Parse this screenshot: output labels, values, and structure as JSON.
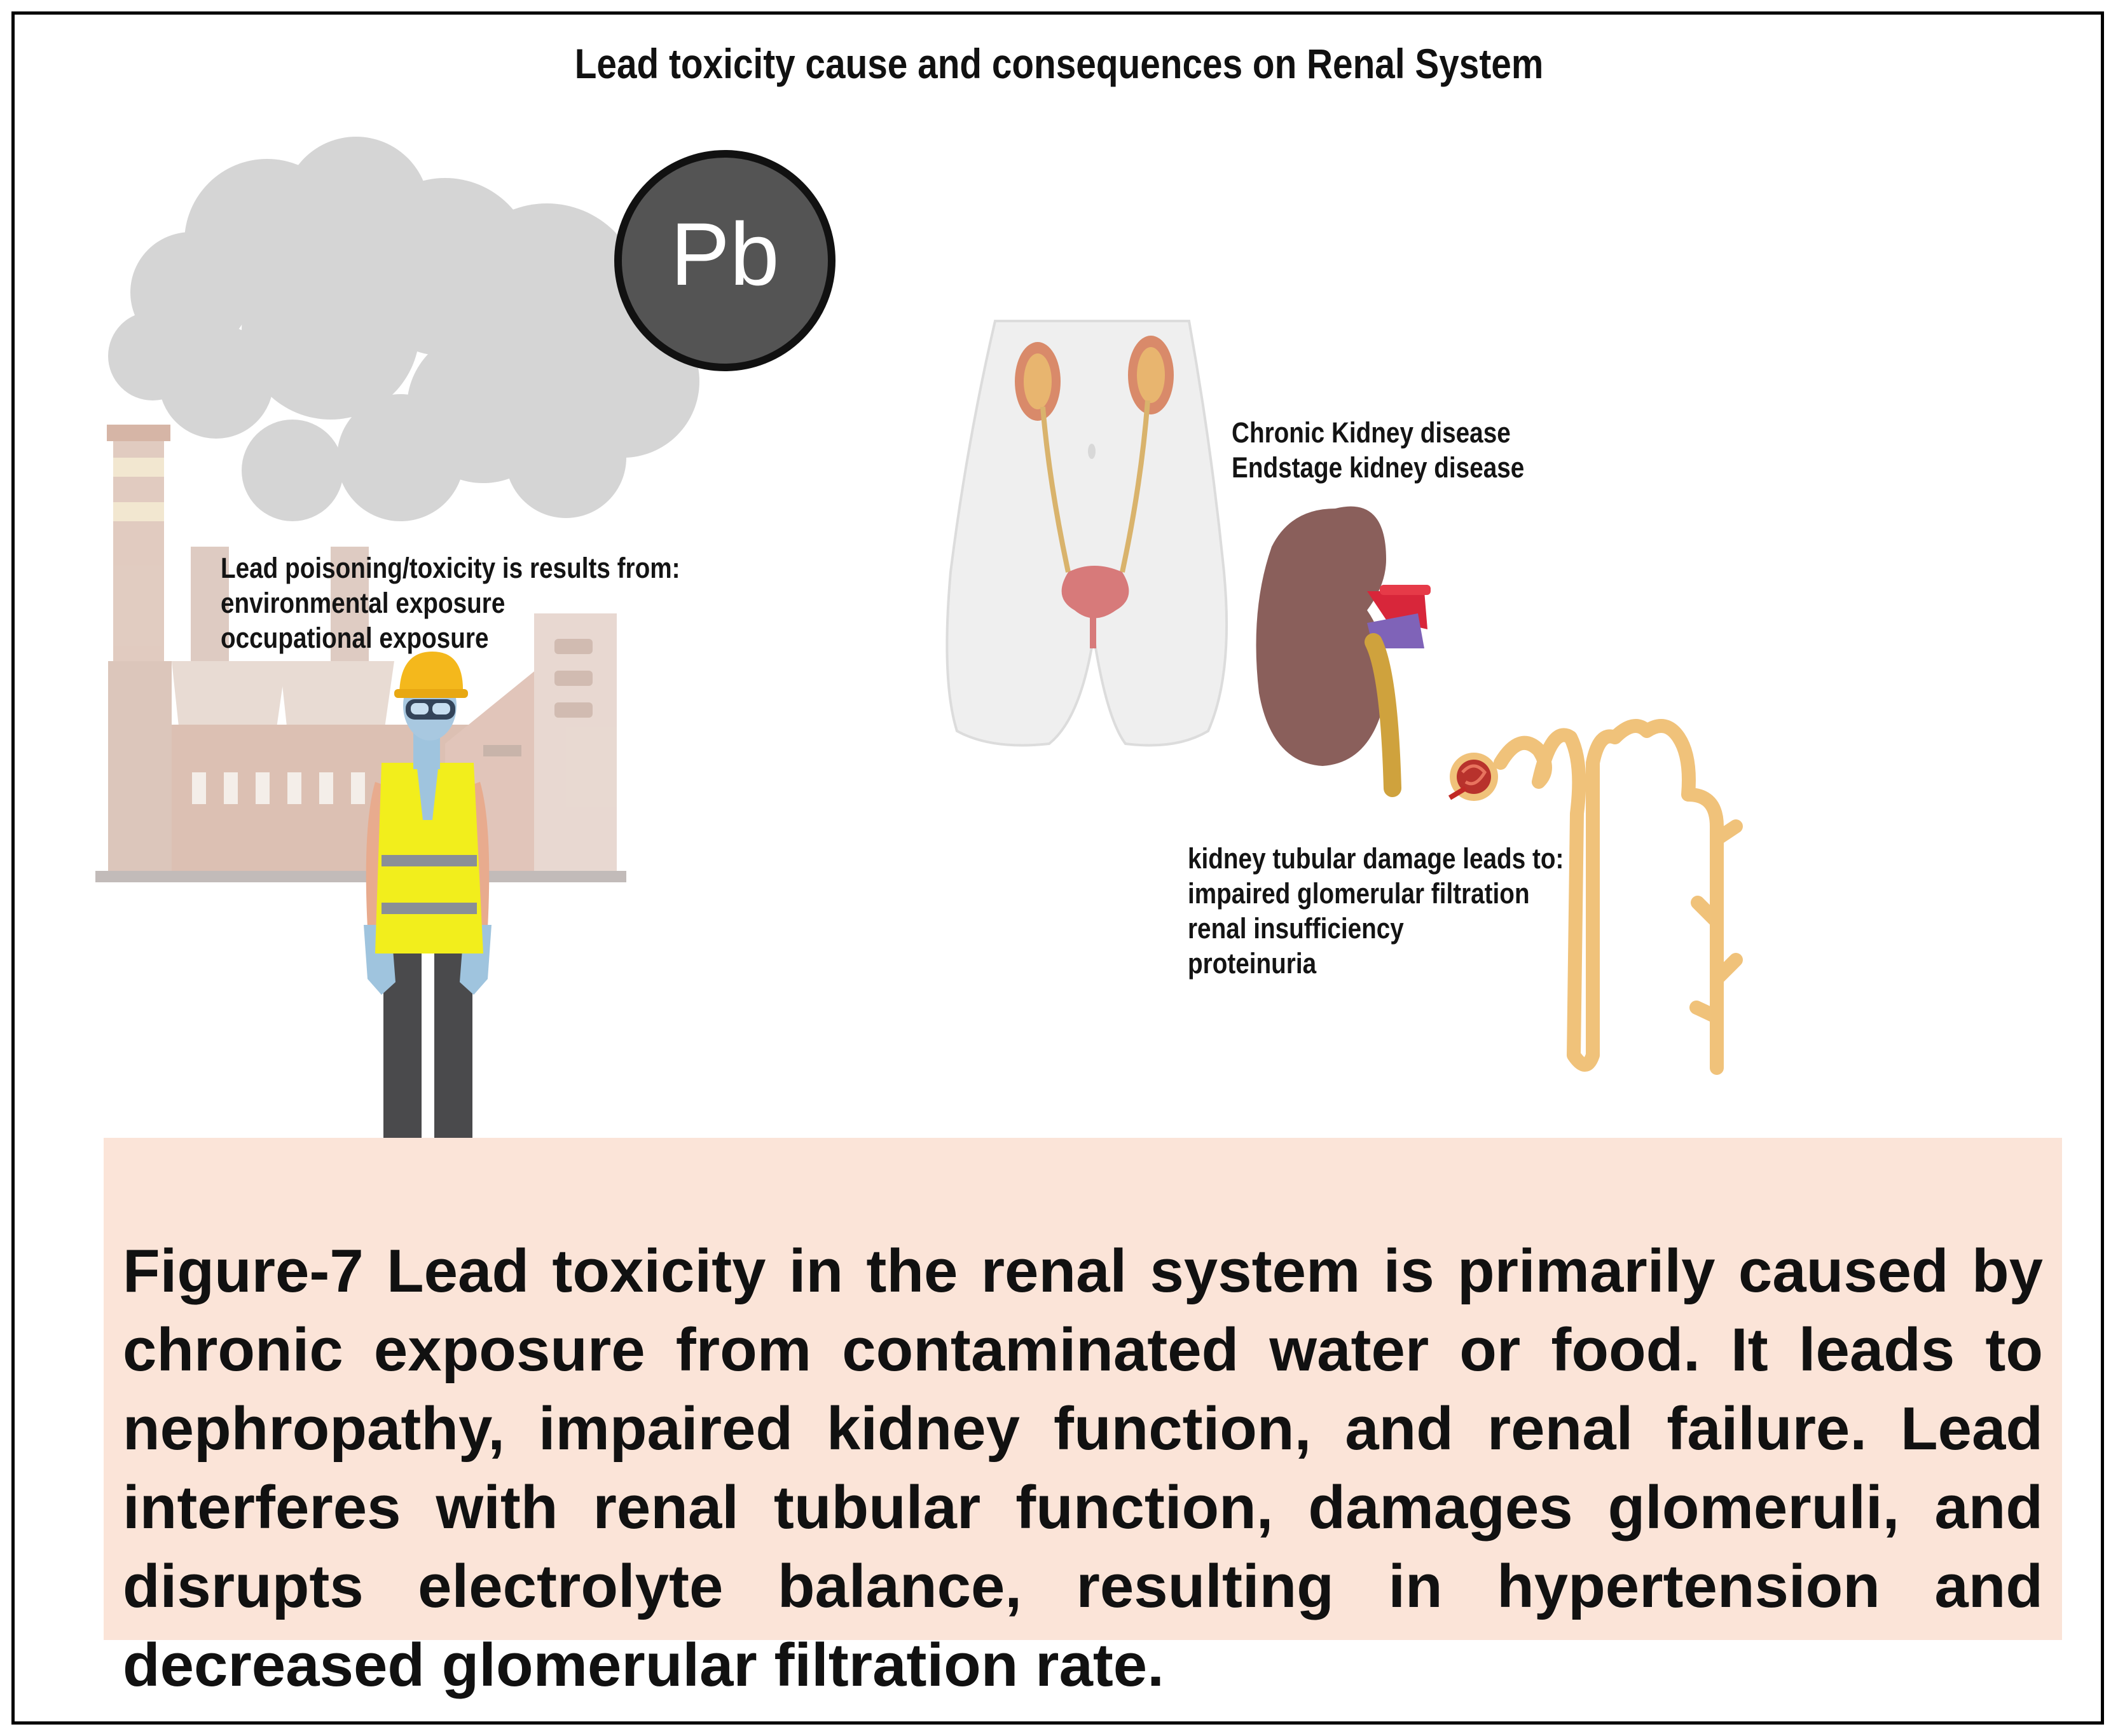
{
  "title": "Lead toxicity cause and consequences on Renal System",
  "element_symbol": "Pb",
  "cause_label": {
    "heading": "Lead poisoning/toxicity is results from:",
    "items": [
      "environmental exposure",
      "occupational exposure"
    ]
  },
  "disease_label": {
    "items": [
      "Chronic Kidney disease",
      "Endstage kidney disease"
    ]
  },
  "tubular_label": {
    "heading": "kidney tubular damage leads to:",
    "items": [
      "impaired glomerular filtration",
      "renal insufficiency",
      "proteinuria"
    ]
  },
  "caption": {
    "figure_id": "Figure-7",
    "text": "Lead toxicity in the renal system is primarily caused by chronic exposure from contaminated water or food. It leads to nephropathy, impaired kidney function, and renal failure. Lead interferes with renal tubular function, damages glomeruli, and disrupts electrolyte balance, resulting in hypertension and decreased glomerular filtration rate."
  },
  "colors": {
    "caption_background": "#fbe4d8",
    "smoke": "#c9c9c9",
    "factory": "#e2cfc6",
    "pb_circle": "#545454",
    "kidney": "#8a5f5b",
    "tubule": "#f0c27a",
    "vest": "#f2ee1c",
    "helmet": "#f4b81c"
  }
}
